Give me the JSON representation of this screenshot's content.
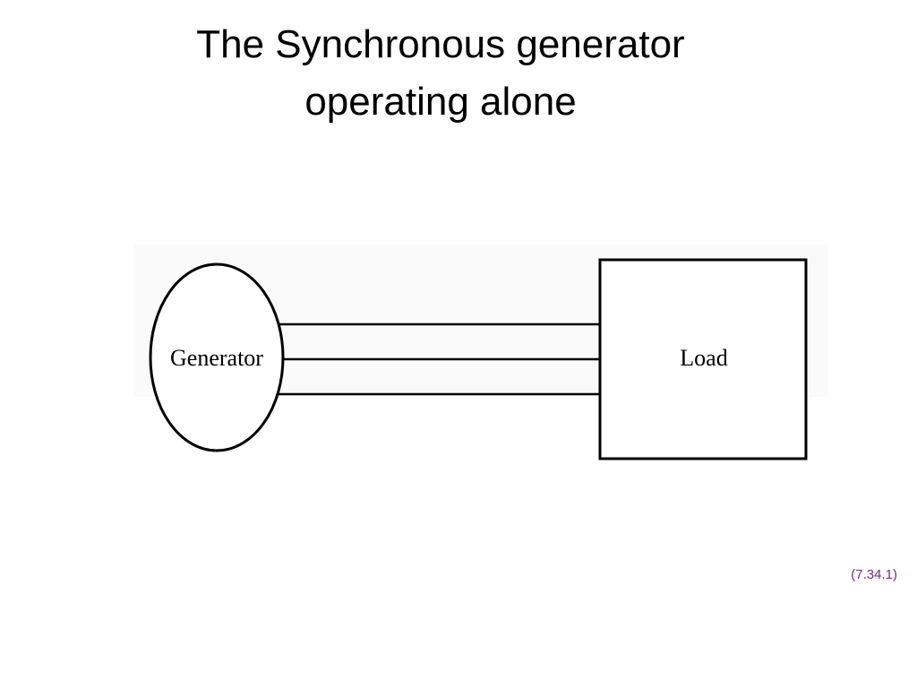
{
  "slide": {
    "title_line1": "The Synchronous generator",
    "title_line2": "operating alone",
    "reference": "(7.34.1)"
  },
  "diagram": {
    "generator_label": "Generator",
    "load_label": "Load",
    "connection_count": 3
  },
  "colors": {
    "text": "#000000",
    "line": "#000000",
    "reference": "#7a2a8a",
    "background": "#ffffff"
  }
}
